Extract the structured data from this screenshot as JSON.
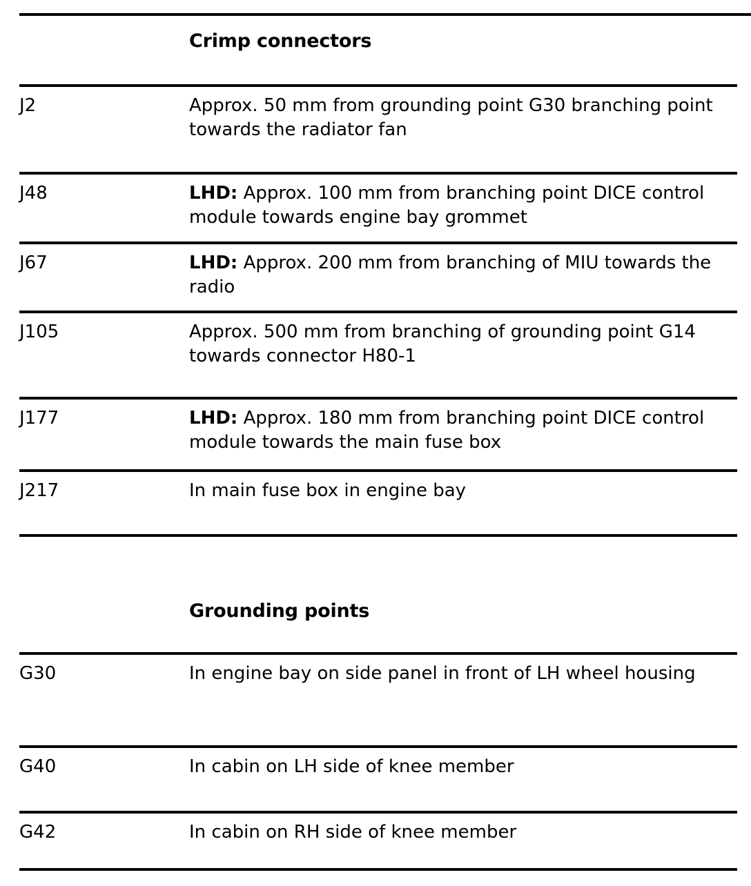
{
  "document": {
    "sections": [
      {
        "id": "crimp-connectors",
        "title": "Crimp connectors",
        "rows": [
          {
            "label": "J2",
            "prefix": "",
            "text": "Approx. 50 mm from grounding point G30 branching point towards the radiator fan"
          },
          {
            "label": "J48",
            "prefix": "LHD:",
            "text": "Approx. 100 mm from branching point DICE control module towards engine bay grommet"
          },
          {
            "label": "J67",
            "prefix": "LHD:",
            "text": "Approx. 200 mm from branching of MIU towards the radio"
          },
          {
            "label": "J105",
            "prefix": "",
            "text": "Approx. 500 mm from branching of grounding point G14 towards connector H80-1"
          },
          {
            "label": "J177",
            "prefix": "LHD:",
            "text": "Approx. 180 mm from branching point DICE control module towards the main fuse box"
          },
          {
            "label": "J217",
            "prefix": "",
            "text": "In main fuse box in engine bay"
          }
        ]
      },
      {
        "id": "grounding-points",
        "title": "Grounding points",
        "rows": [
          {
            "label": "G30",
            "prefix": "",
            "text": "In engine bay on side panel in front of LH wheel housing"
          },
          {
            "label": "G40",
            "prefix": "",
            "text": "In cabin on LH side of knee member"
          },
          {
            "label": "G42",
            "prefix": "",
            "text": "In cabin on RH side of knee member"
          }
        ]
      }
    ]
  },
  "colors": {
    "text": "#000000",
    "rule": "#000000",
    "background": "#ffffff"
  }
}
